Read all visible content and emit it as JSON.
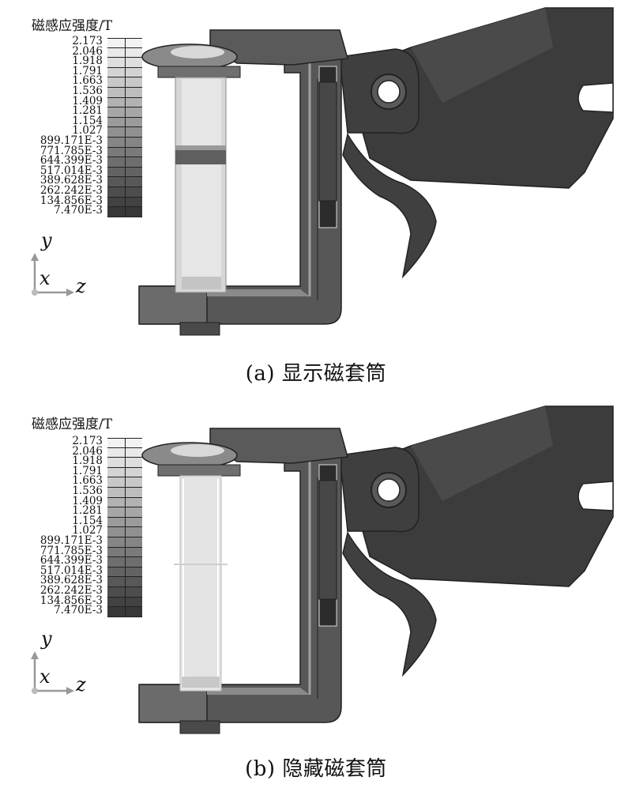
{
  "figure": {
    "legend": {
      "title": "磁感应强度/T",
      "values": [
        "2.173",
        "2.046",
        "1.918",
        "1.791",
        "1.663",
        "1.536",
        "1.409",
        "1.281",
        "1.154",
        "1.027",
        "899.171E-3",
        "771.785E-3",
        "644.399E-3",
        "517.014E-3",
        "389.628E-3",
        "262.242E-3",
        "134.856E-3",
        "7.470E-3"
      ],
      "colors": [
        "#f2f2f2",
        "#e9e9e9",
        "#dedede",
        "#d3d3d3",
        "#c8c8c8",
        "#bdbdbd",
        "#b2b2b2",
        "#a6a6a6",
        "#9b9b9b",
        "#909090",
        "#858585",
        "#7a7a7a",
        "#6e6e6e",
        "#636363",
        "#585858",
        "#4d4d4d",
        "#424242",
        "#373737"
      ]
    },
    "axes": {
      "y": "y",
      "x": "x",
      "z": "z"
    },
    "panels": [
      {
        "id": "a",
        "caption": "(a)  显示磁套筒",
        "sleeve_visible": true
      },
      {
        "id": "b",
        "caption": "(b)  隐藏磁套筒",
        "sleeve_visible": false
      }
    ]
  }
}
